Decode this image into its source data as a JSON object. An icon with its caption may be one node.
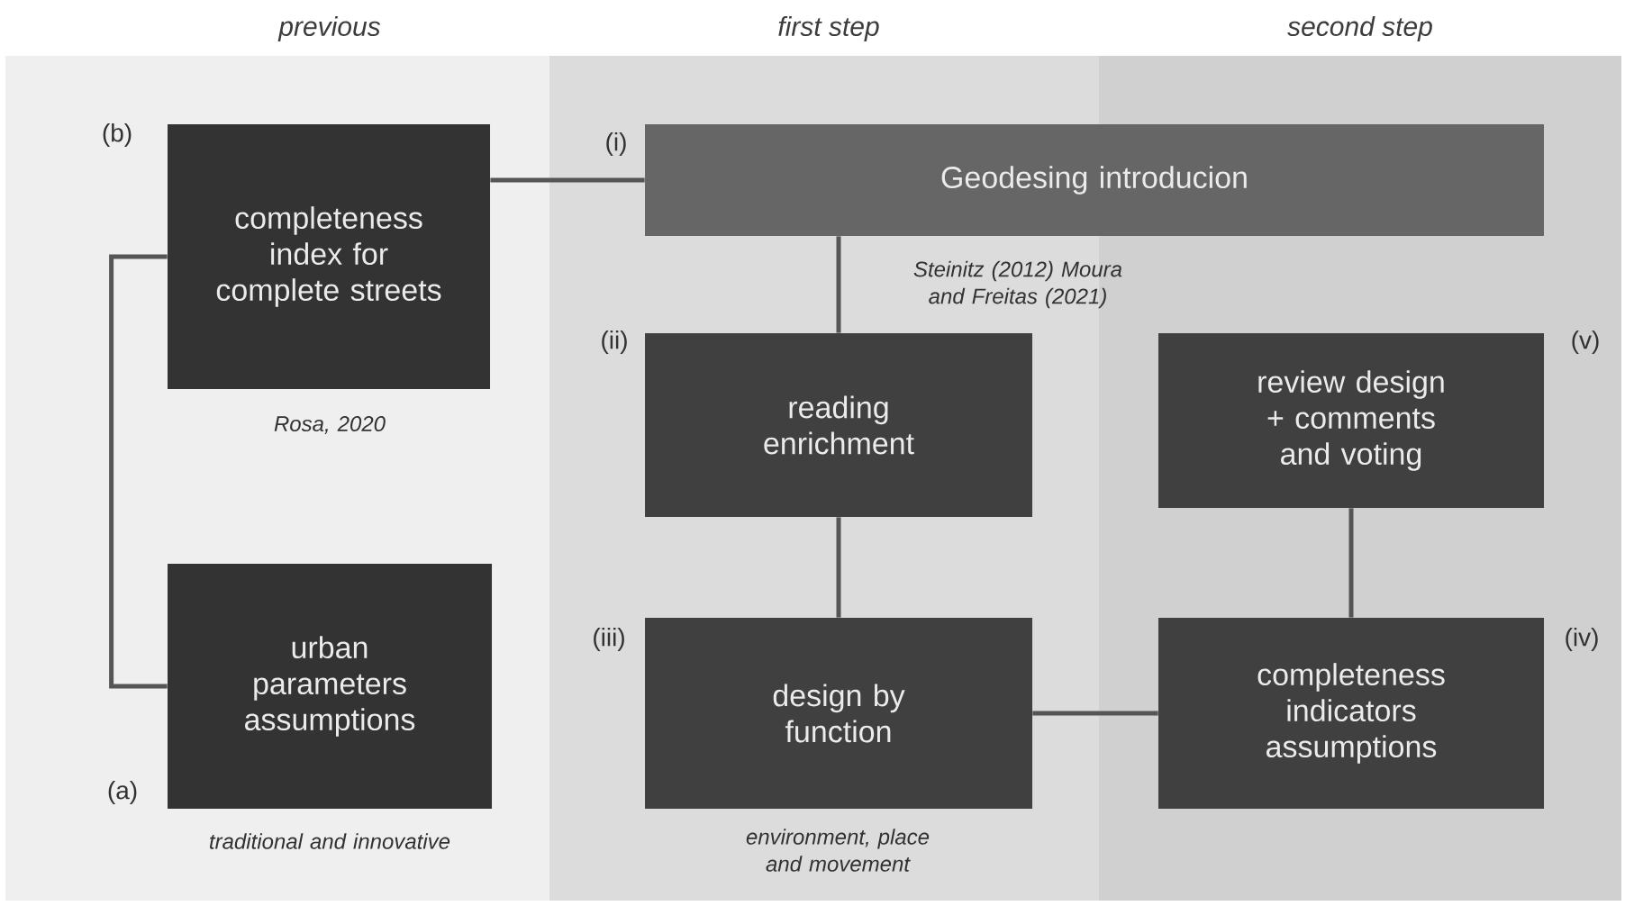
{
  "diagram": {
    "nodes": [
      {
        "text": [
          "completeness index for complete streets"
        ],
        "beside": [
          "(b)",
          "Rosa, 2020"
        ]
      },
      {
        "text": [
          "urban parameters assumptions"
        ],
        "beside": [
          "(a)",
          "traditional and innovative"
        ]
      },
      {
        "text": [
          "Geodesing introducion"
        ],
        "beside": [
          "(i)",
          "Steinitz (2012) Moura and Freitas (2021)"
        ]
      },
      {
        "text": [
          "reading enrichment"
        ],
        "beside": [
          "(ii)"
        ]
      },
      {
        "text": [
          "design by function"
        ],
        "beside": [
          "(iii)",
          "environment, place and movement"
        ]
      },
      {
        "text": [
          "completeness indicators assumptions"
        ],
        "beside": [
          "(iv)"
        ]
      },
      {
        "text": [
          "review design + comments and voting"
        ],
        "beside": [
          "(v)"
        ]
      }
    ],
    "edges": [
      {
        "from": 0,
        "to": 2,
        "arrow": "none"
      },
      {
        "from": 0,
        "to": 1,
        "arrow": "none"
      },
      {
        "from": 2,
        "to": 3,
        "arrow": "none"
      },
      {
        "from": 3,
        "to": 4,
        "arrow": "none"
      },
      {
        "from": 4,
        "to": 5,
        "arrow": "none"
      },
      {
        "from": 6,
        "to": 5,
        "arrow": "none"
      }
    ],
    "labels": [
      "previous",
      "first step",
      "second step"
    ]
  }
}
